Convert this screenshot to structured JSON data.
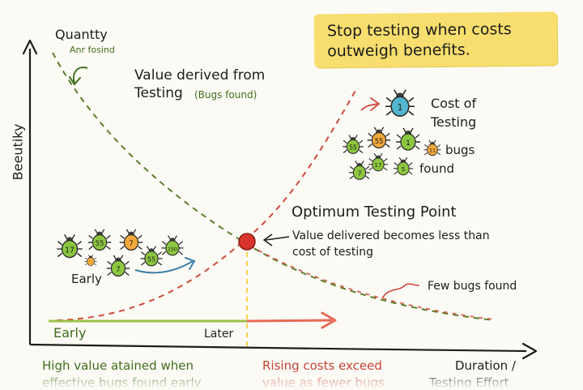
{
  "callout": {
    "line1": "Stop testing when costs",
    "line2": "outweigh benefits.",
    "color": "#f7de6e"
  },
  "axes": {
    "y_label": "Beeutiky",
    "x_label_line1": "Duration /",
    "x_label_line2": "Testing Effort",
    "quantity_label": "Quantty",
    "quantity_sublabel": "Anr fosind"
  },
  "value_curve": {
    "title_line1": "Value derived from",
    "title_line2": "Testing",
    "title_paren": "(Bugs found)",
    "color": "#5b7f2a"
  },
  "cost_curve": {
    "title_line1": "Cost of",
    "title_line2": "Testing",
    "bugs_line1": "bugs",
    "bugs_line2": "found",
    "color": "#d04a3c"
  },
  "optimum": {
    "title": "Optimum Testing Point",
    "desc_line1": "Value delivered becomes less than",
    "desc_line2": "cost of testing",
    "marker_color": "#d8342b"
  },
  "left_cluster": {
    "label": "Early",
    "bug_numbers": [
      "17",
      "55",
      "7",
      "55",
      "150",
      "7"
    ]
  },
  "right_cluster": {
    "bug_numbers": [
      "55",
      "55",
      "1",
      "7",
      "17",
      "5",
      "11"
    ]
  },
  "timeline": {
    "early": "Early",
    "later": "Later"
  },
  "few_bugs": "Few bugs found",
  "bottom_left_line1": "High value atained when",
  "bottom_left_line2": "effective bugs found early",
  "bottom_right_line1": "Rising costs exceed",
  "bottom_right_line2": "value as fewer bugs",
  "colors": {
    "ink": "#1d1d1b",
    "green_text": "#3f6d1a",
    "red_text": "#c64236",
    "timeline_yellow": "#f3d34a",
    "bug_green": "#8cc63f",
    "bug_orange": "#f2a93b",
    "bug_blue": "#52b6cf"
  }
}
